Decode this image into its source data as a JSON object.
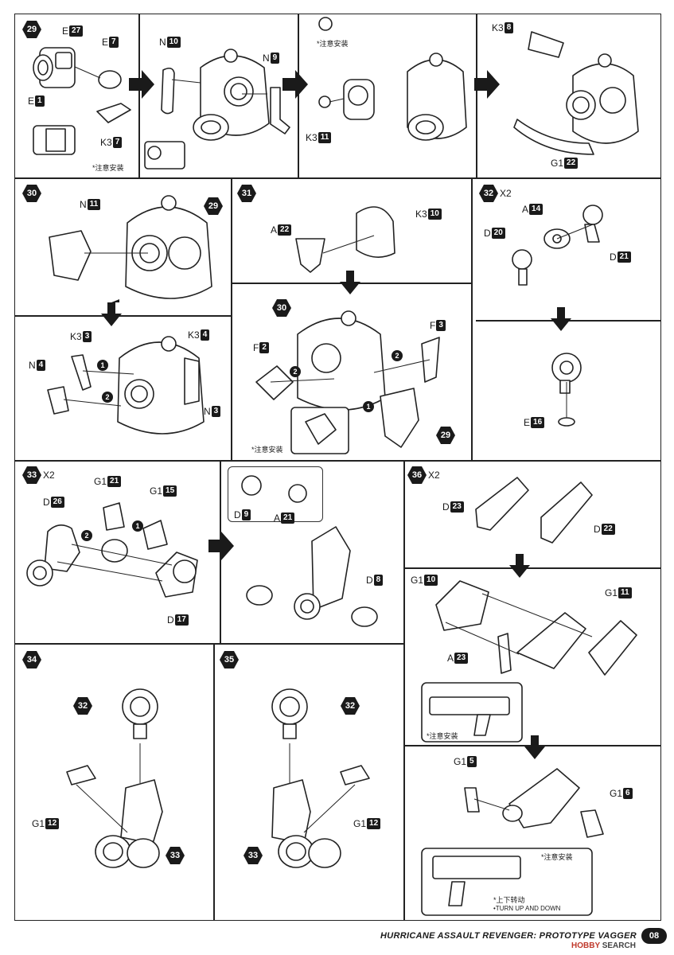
{
  "steps": [
    {
      "num": "29",
      "multiplier": ""
    },
    {
      "num": "30",
      "multiplier": ""
    },
    {
      "num": "31",
      "multiplier": ""
    },
    {
      "num": "32",
      "multiplier": "X2"
    },
    {
      "num": "33",
      "multiplier": "X2"
    },
    {
      "num": "34",
      "multiplier": ""
    },
    {
      "num": "35",
      "multiplier": ""
    },
    {
      "num": "36",
      "multiplier": "X2"
    }
  ],
  "labels": {
    "s29": [
      {
        "runner": "E",
        "part": "27"
      },
      {
        "runner": "E",
        "part": "7"
      },
      {
        "runner": "E",
        "part": "1"
      },
      {
        "runner": "K3",
        "part": "7"
      },
      {
        "runner": "N",
        "part": "10"
      },
      {
        "runner": "N",
        "part": "9"
      },
      {
        "runner": "K3",
        "part": "11"
      },
      {
        "runner": "K3",
        "part": "8"
      },
      {
        "runner": "G1",
        "part": "22"
      }
    ],
    "s30": [
      {
        "runner": "N",
        "part": "11"
      },
      {
        "runner": "K3",
        "part": "3"
      },
      {
        "runner": "K3",
        "part": "4"
      },
      {
        "runner": "N",
        "part": "4"
      },
      {
        "runner": "N",
        "part": "3"
      }
    ],
    "s31": [
      {
        "runner": "A",
        "part": "22"
      },
      {
        "runner": "K3",
        "part": "10"
      },
      {
        "runner": "F",
        "part": "3"
      },
      {
        "runner": "F",
        "part": "2"
      }
    ],
    "s32": [
      {
        "runner": "A",
        "part": "14"
      },
      {
        "runner": "D",
        "part": "20"
      },
      {
        "runner": "D",
        "part": "21"
      },
      {
        "runner": "E",
        "part": "16"
      }
    ],
    "s33": [
      {
        "runner": "G1",
        "part": "21"
      },
      {
        "runner": "G1",
        "part": "15"
      },
      {
        "runner": "D",
        "part": "26"
      },
      {
        "runner": "D",
        "part": "17"
      },
      {
        "runner": "D",
        "part": "9"
      },
      {
        "runner": "A",
        "part": "21"
      },
      {
        "runner": "D",
        "part": "8"
      }
    ],
    "s34": [
      {
        "runner": "G1",
        "part": "12"
      }
    ],
    "s35": [
      {
        "runner": "G1",
        "part": "12"
      }
    ],
    "s36": [
      {
        "runner": "D",
        "part": "23"
      },
      {
        "runner": "D",
        "part": "22"
      },
      {
        "runner": "G1",
        "part": "10"
      },
      {
        "runner": "G1",
        "part": "11"
      },
      {
        "runner": "A",
        "part": "23"
      },
      {
        "runner": "G1",
        "part": "5"
      },
      {
        "runner": "G1",
        "part": "6"
      }
    ]
  },
  "step_refs": {
    "s30_ref": "29",
    "s31_ref30": "30",
    "s31_ref29": "29",
    "s34_ref32": "32",
    "s34_ref33": "33",
    "s35_ref32": "32",
    "s35_ref33": "33"
  },
  "order_marks": [
    "1",
    "2"
  ],
  "notes": {
    "caution": "*注意安装",
    "turn_cn": "*上下转动",
    "turn_en": "•TURN UP AND DOWN"
  },
  "footer": {
    "title": "HURRICANE ASSAULT REVENGER: PROTOTYPE VAGGER",
    "page": "08",
    "watermark_brand": "HOBBY",
    "watermark_rest": "SEARCH"
  }
}
